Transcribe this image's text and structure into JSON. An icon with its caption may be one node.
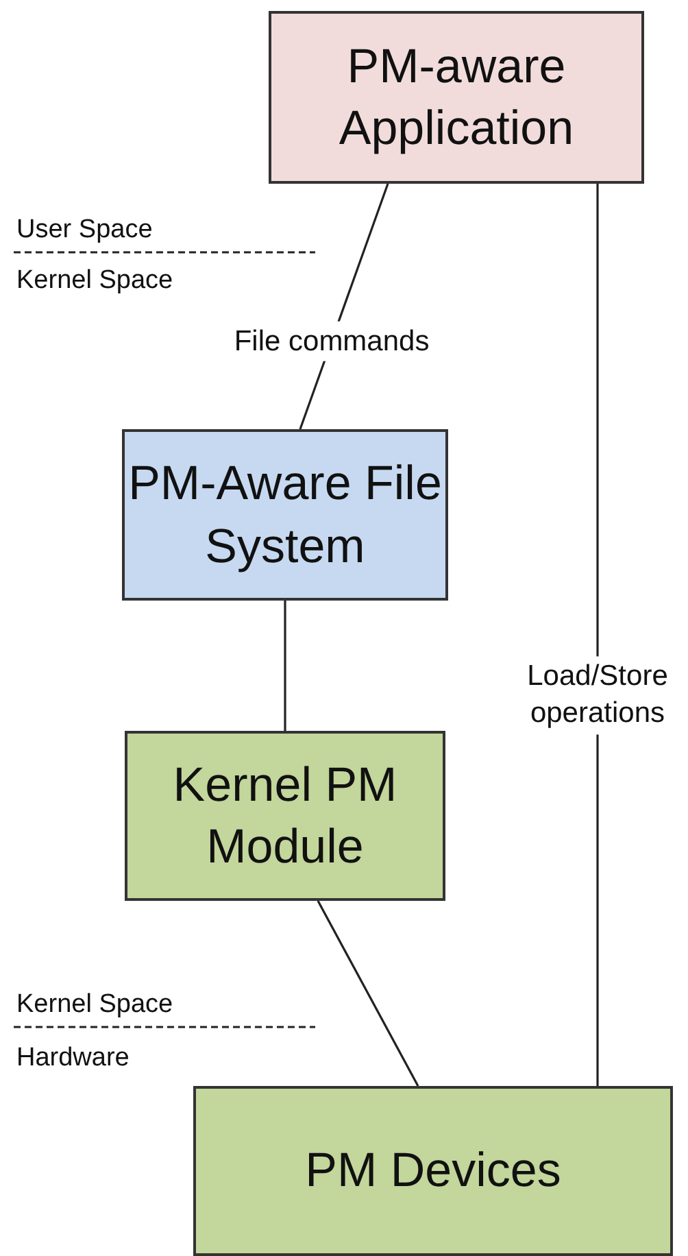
{
  "diagram": {
    "nodes": [
      {
        "text": [
          "PM-aware Application"
        ]
      },
      {
        "text": [
          "PM-Aware File System"
        ]
      },
      {
        "text": [
          "Kernel PM Module"
        ]
      },
      {
        "text": [
          "PM Devices"
        ]
      }
    ],
    "edges": [
      {
        "from": 0,
        "to": 1,
        "arrow": "none",
        "label": "File commands"
      },
      {
        "from": 1,
        "to": 2,
        "arrow": "none"
      },
      {
        "from": 2,
        "to": 3,
        "arrow": "none"
      },
      {
        "from": 0,
        "to": 3,
        "arrow": "none",
        "label": "Load/Store operations"
      }
    ],
    "labels": [
      "User Space",
      "Kernel Space",
      "Kernel Space",
      "Hardware"
    ]
  }
}
